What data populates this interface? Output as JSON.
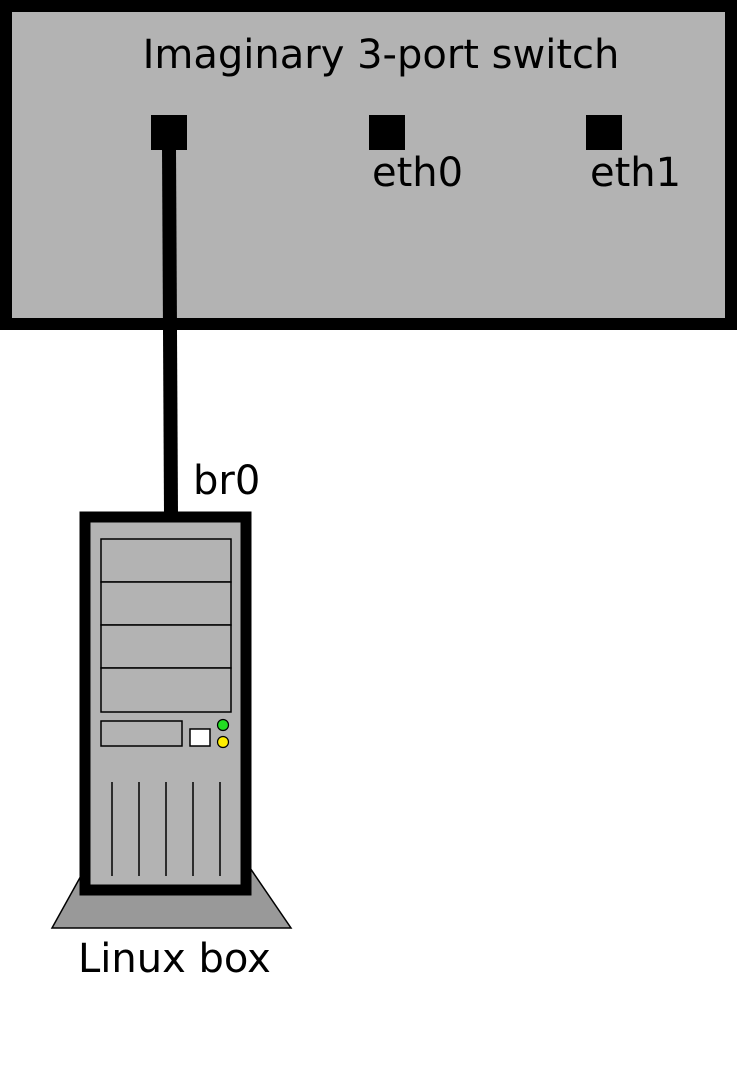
{
  "switch": {
    "title": "Imaginary 3-port switch",
    "ports": [
      {
        "label": ""
      },
      {
        "label": "eth0"
      },
      {
        "label": "eth1"
      }
    ]
  },
  "cable": {
    "label": "br0"
  },
  "host": {
    "label": "Linux box",
    "led_colors": [
      "#22dd22",
      "#ffee00"
    ]
  },
  "colors": {
    "body": "#b3b3b3",
    "base": "#999999",
    "outline": "#000000"
  }
}
